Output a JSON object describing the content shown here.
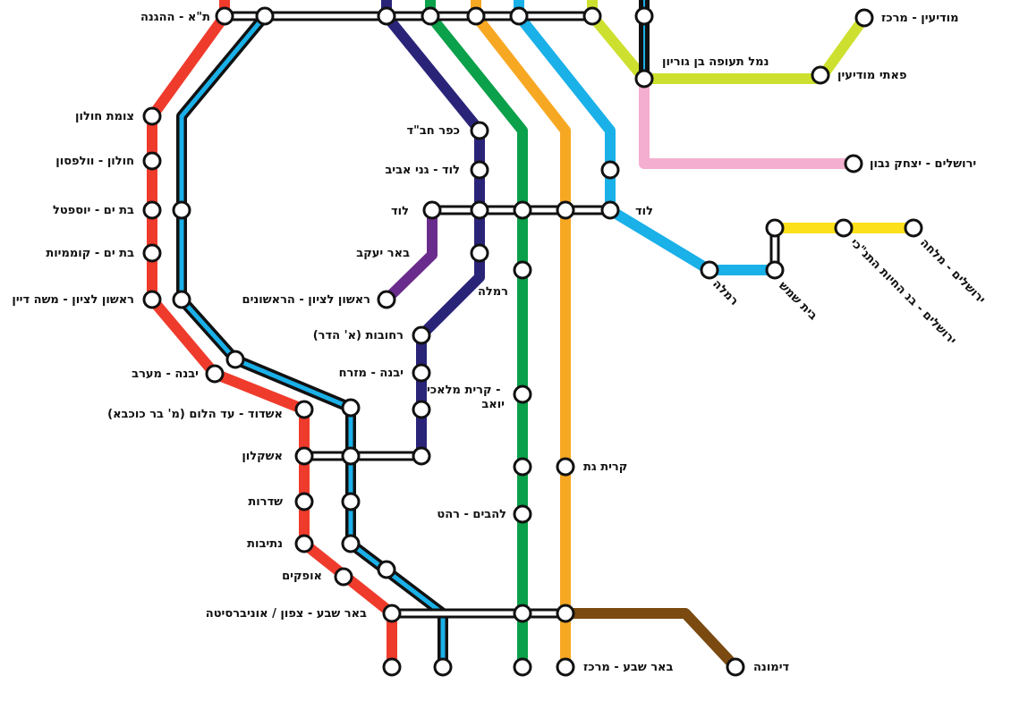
{
  "stations": {
    "ta_hahagana": "ת\"א - ההגנה",
    "modiin_merkaz": "מודיעין - מרכז",
    "namal_teufa": "נמל תעופה בן גוריון",
    "paatei_modiin": "פאתי מודיעין",
    "holon_junction": "צומת חולון",
    "holon_wolfson": "חולון - וולפסון",
    "batyam_yoseftal": "בת ים - יוספטל",
    "batyam_komemiyut": "בת ים - קוממיות",
    "rishon_moshe_dayan": "ראשון לציון - משה דיין",
    "kfar_habad": "כפר חב\"ד",
    "lod_ganei_aviv": "לוד - גני אביב",
    "lod_left": "לוד",
    "lod_right": "לוד",
    "jerusalem_navon": "ירושלים - יצחק נבון",
    "beer_yaakov": "באר יעקב",
    "rishon_rishonim": "ראשון לציון - הראשונים",
    "ramla_left": "רמלה",
    "ramla_right": "רמלה",
    "beit_shemesh": "בית שמש",
    "jerusalem_binyanei": "ירושלים - בנ החיות התנ\"כי",
    "jerusalem_malha": "ירושלים - מלחה",
    "rehovot": "רחובות (א' הדר)",
    "yavne_west": "יבנה - מערב",
    "yavne_east": "יבנה - מזרח",
    "ashdod": "אשדוד - עד הלום (מ' בר כוכבא)",
    "kiryat_malakhi": "קרית מלאכי -\nיואב",
    "ashkelon": "אשקלון",
    "kiryat_gat": "קרית גת",
    "sderot": "שדרות",
    "lehavim": "להבים - רהט",
    "netivot": "נתיבות",
    "ofakim": "אופקים",
    "beersheva_north": "באר שבע - צפון / אוניברסיטה",
    "beersheva_center": "באר שבע - מרכז",
    "dimona": "דימונה"
  },
  "lines": {
    "red": "#ef3b2c",
    "coastal": "#1ab0e8",
    "navy": "#2a2479",
    "green": "#0ba04a",
    "orange": "#f7a823",
    "lightblue": "#1ab0e8",
    "lime": "#cde02f",
    "pink": "#f4aed0",
    "purple": "#6a2c8c",
    "yellow": "#fbe01a",
    "brown": "#7a4a10",
    "black": "#111111"
  }
}
